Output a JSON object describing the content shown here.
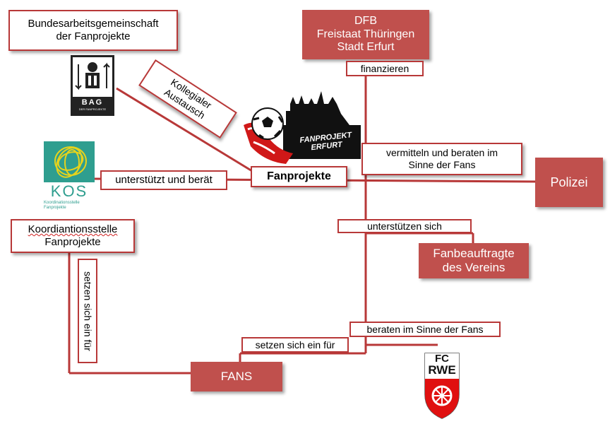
{
  "bag_box": {
    "line1": "Bundesarbeitsgemeinschaft",
    "line2": "der Fanprojekte"
  },
  "bag_logo": {
    "text": "BAG",
    "subtext": "DER FANPROJEKTE"
  },
  "funder_box": {
    "line1": "DFB",
    "line2": "Freistaat Thüringen",
    "line3": "Stadt Erfurt"
  },
  "labels": {
    "finanzieren": "finanzieren",
    "kollegialer_line1": "Kollegialer",
    "kollegialer_line2": "Austausch",
    "vermitteln_line1": "vermitteln und beraten im",
    "vermitteln_line2": "Sinne der Fans",
    "unterstuetzt": "unterstützt und berät",
    "unterstuetzen_sich": "unterstützen sich",
    "beraten": "beraten im Sinne der Fans",
    "setzen_h": "setzen sich ein für",
    "setzen_v": "setzen sich ein für"
  },
  "center": {
    "title": "Fanprojekte"
  },
  "fanprojekt_logo": {
    "line1": "FANPROJEKT",
    "line2": "ERFURT"
  },
  "kos_logo": {
    "text": "KOS",
    "sub1": "Koordinationsstelle",
    "sub2": "Fanprojekte"
  },
  "kos_box": {
    "line1": "Koordiantionsstelle",
    "line2": "Fanprojekte"
  },
  "polizei": {
    "label": "Polizei"
  },
  "fanbeauftragte": {
    "line1": "Fanbeauftragte",
    "line2": "des Vereins"
  },
  "fans": {
    "label": "FANS"
  },
  "fcrwe_logo": {
    "line1": "FC",
    "line2": "RWE"
  },
  "colors": {
    "accent": "#c0504d",
    "border": "#b83838"
  }
}
